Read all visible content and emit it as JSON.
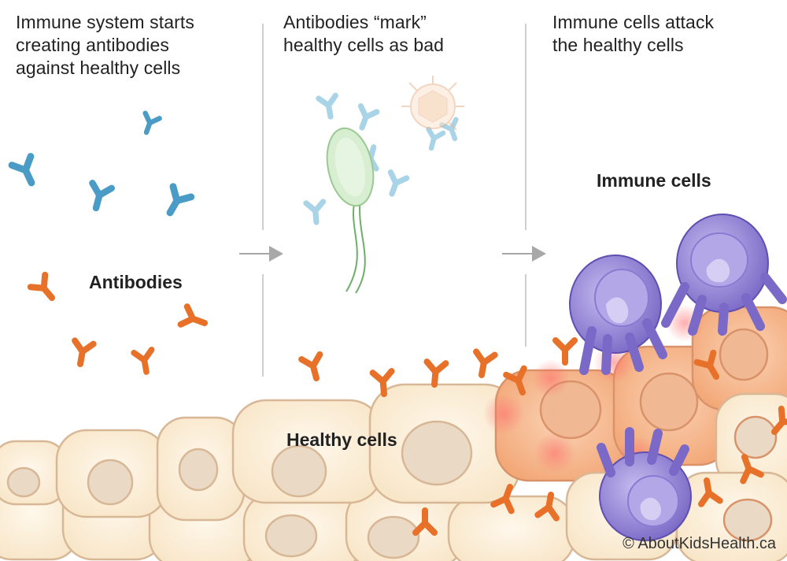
{
  "panels": [
    {
      "heading_lines": [
        "Immune system starts",
        "creating antibodies",
        "against healthy cells"
      ]
    },
    {
      "heading_lines": [
        "Antibodies “mark”",
        "healthy cells as bad"
      ]
    },
    {
      "heading_lines": [
        "Immune cells attack",
        "the healthy cells"
      ]
    }
  ],
  "labels": {
    "antibodies": "Antibodies",
    "healthy_cells": "Healthy cells",
    "immune_cells": "Immune cells"
  },
  "copyright": "© AboutKidsHealth.ca",
  "colors": {
    "blue_antibody": "#4a9cc7",
    "light_blue_antibody": "#a9d3e6",
    "orange_antibody": "#e8712a",
    "healthy_cell": "#fdf0dc",
    "healthy_cell_border": "#d9b89a",
    "attacked_cell": "#f7c09a",
    "immune_cell": "#8f7fd1",
    "bacterium": "#cfe9c9",
    "divider": "#cfcfcf",
    "arrow": "#a8a8a8"
  },
  "icons": [
    "antibody-icon",
    "bacterium-icon",
    "virus-icon",
    "immune-cell-icon",
    "arrow-right-icon"
  ]
}
